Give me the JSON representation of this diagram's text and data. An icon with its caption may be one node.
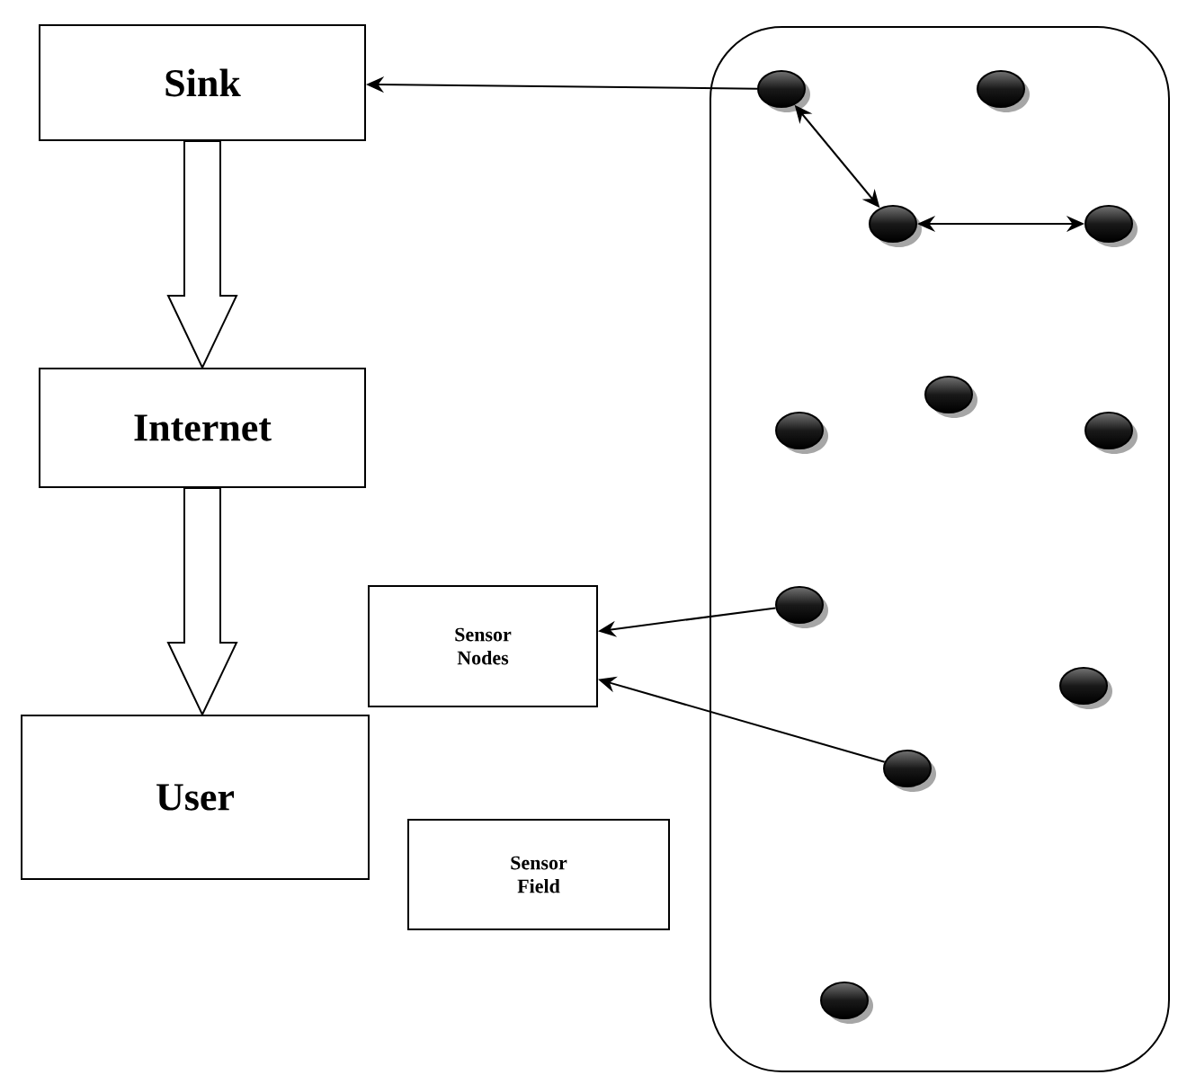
{
  "diagram": {
    "nodes": [
      {
        "text": [
          "Sink"
        ]
      },
      {
        "text": [
          "Internet"
        ]
      },
      {
        "text": [
          "User"
        ]
      },
      {
        "text": [
          "Sensor Nodes"
        ]
      },
      {
        "text": [
          "Sensor Field"
        ]
      },
      {
        "text": [],
        "shape": "box"
      },
      {
        "text": [],
        "shape": "circle",
        "in": 5
      },
      {
        "text": [],
        "shape": "circle",
        "in": 5
      },
      {
        "text": [],
        "shape": "circle",
        "in": 5
      },
      {
        "text": [],
        "shape": "circle",
        "in": 5
      },
      {
        "text": [],
        "shape": "circle",
        "in": 5
      },
      {
        "text": [],
        "shape": "circle",
        "in": 5
      },
      {
        "text": [],
        "shape": "circle",
        "in": 5
      },
      {
        "text": [],
        "shape": "circle",
        "in": 5
      },
      {
        "text": [],
        "shape": "circle",
        "in": 5
      },
      {
        "text": [],
        "shape": "circle",
        "in": 5
      },
      {
        "text": [],
        "shape": "circle",
        "in": 5
      }
    ],
    "edges": [
      {
        "from": 6,
        "to": 0,
        "arrow": "to"
      },
      {
        "from": 6,
        "to": 8,
        "arrow": "both"
      },
      {
        "from": 8,
        "to": 9,
        "arrow": "both"
      },
      {
        "from": 0,
        "to": 1,
        "arrow": "to",
        "style": "thick"
      },
      {
        "from": 1,
        "to": 2,
        "arrow": "to",
        "style": "thick"
      },
      {
        "from": 13,
        "to": 3,
        "arrow": "to"
      },
      {
        "from": 15,
        "to": 3,
        "arrow": "to"
      }
    ]
  }
}
